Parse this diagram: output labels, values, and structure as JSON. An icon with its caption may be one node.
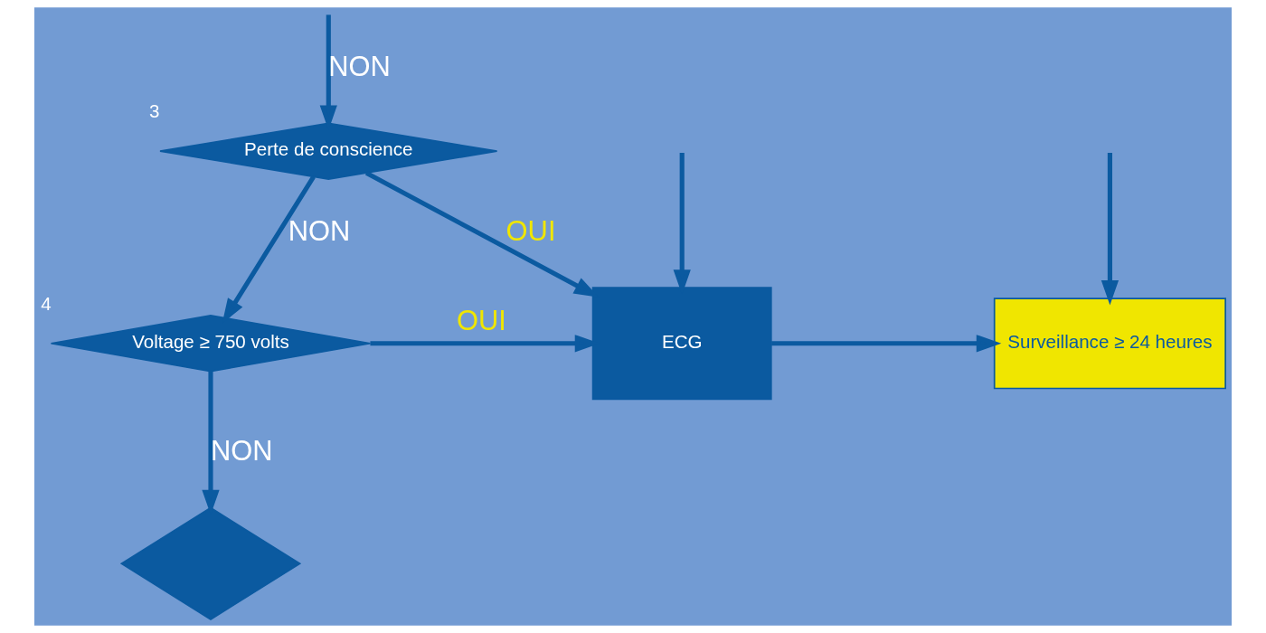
{
  "diagram": {
    "nodes": [
      {
        "text": [
          "Perte de conscience"
        ],
        "beside": [
          "3"
        ]
      },
      {
        "text": [
          "Voltage ≥ 750 volts"
        ],
        "beside": [
          "4"
        ]
      },
      {
        "text": [],
        "shape": "diamond"
      },
      {
        "text": [
          "ECG"
        ]
      },
      {
        "text": [
          "Surveillance ≥ 24 heures"
        ]
      }
    ],
    "edges": [
      {
        "from": null,
        "to": 0,
        "arrow": "to",
        "label": "NON"
      },
      {
        "from": 0,
        "to": 3,
        "arrow": "to",
        "label": "OUI"
      },
      {
        "from": 0,
        "to": 1,
        "arrow": "to",
        "label": "NON"
      },
      {
        "from": 1,
        "to": 3,
        "arrow": "to",
        "label": "OUI"
      },
      {
        "from": 1,
        "to": 2,
        "arrow": "to",
        "label": "NON"
      },
      {
        "from": null,
        "to": 3,
        "arrow": "to"
      },
      {
        "from": 3,
        "to": 4,
        "arrow": "to"
      },
      {
        "from": null,
        "to": 4,
        "arrow": "to"
      }
    ]
  }
}
